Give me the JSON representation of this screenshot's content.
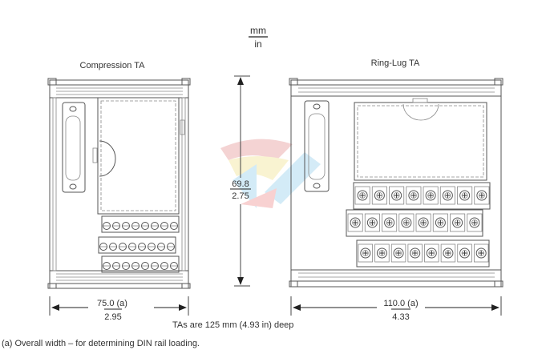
{
  "units": {
    "top": "mm",
    "bottom": "in"
  },
  "compression": {
    "title": "Compression TA",
    "width_mm": "75.0 (a)",
    "width_in": "2.95"
  },
  "ringlug": {
    "title": "Ring-Lug TA",
    "width_mm": "110.0 (a)",
    "width_in": "4.33"
  },
  "height": {
    "mm": "69.8",
    "in": "2.75"
  },
  "depth_note": "TAs are 125 mm (4.93 in) deep",
  "footnote": "(a) Overall width – for determining DIN rail loading.",
  "terminals_per_row": 8,
  "colors": {
    "line": "#555555",
    "text": "#333333"
  }
}
